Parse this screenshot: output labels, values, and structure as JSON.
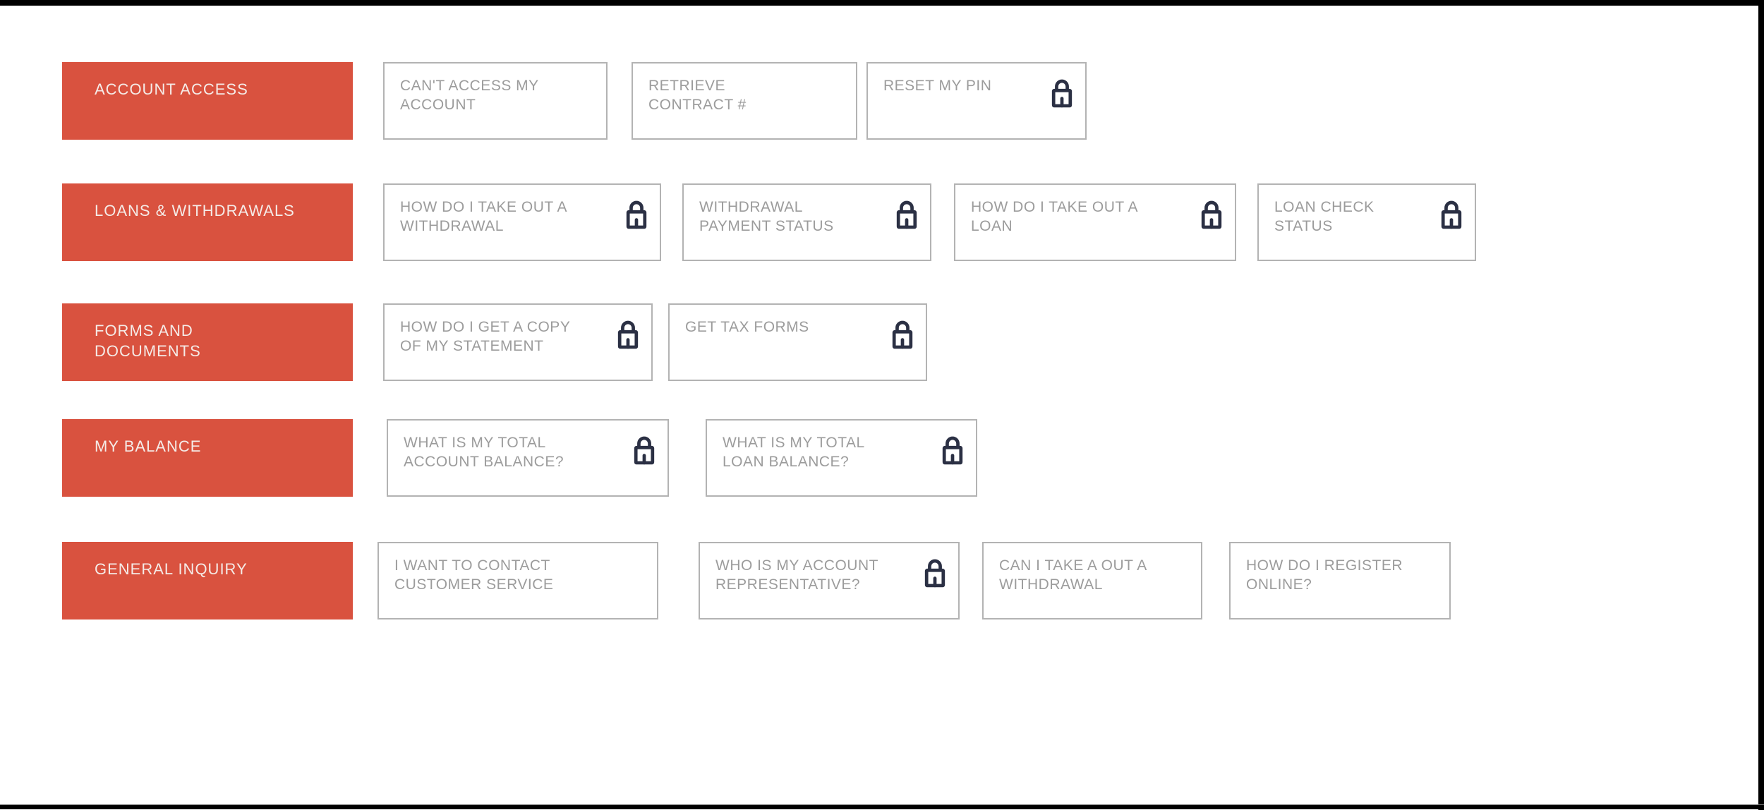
{
  "palette": {
    "category_bg": "#d9523f",
    "category_text": "#f5ebe7",
    "option_border": "#b3b3b3",
    "option_text": "#9c9c9c",
    "lock_color": "#2b3044",
    "frame_color": "#000000"
  },
  "icons": {
    "lock": "lock-icon"
  },
  "faq": {
    "categories": [
      {
        "label": "ACCOUNT ACCESS",
        "options": [
          {
            "label": "CAN'T ACCESS MY\nACCOUNT",
            "locked": false
          },
          {
            "label": "RETRIEVE\nCONTRACT #",
            "locked": false
          },
          {
            "label": "RESET MY PIN",
            "locked": true
          }
        ]
      },
      {
        "label": "LOANS & WITHDRAWALS",
        "options": [
          {
            "label": "HOW DO I TAKE OUT A\nWITHDRAWAL",
            "locked": true
          },
          {
            "label": "WITHDRAWAL\nPAYMENT STATUS",
            "locked": true
          },
          {
            "label": "HOW DO I TAKE OUT A\nLOAN",
            "locked": true
          },
          {
            "label": "LOAN CHECK\nSTATUS",
            "locked": true
          }
        ]
      },
      {
        "label": "FORMS AND\nDOCUMENTS",
        "options": [
          {
            "label": "HOW DO I GET A COPY\nOF MY STATEMENT",
            "locked": true
          },
          {
            "label": "GET TAX FORMS",
            "locked": true
          }
        ]
      },
      {
        "label": "MY BALANCE",
        "options": [
          {
            "label": "WHAT IS MY TOTAL\nACCOUNT BALANCE?",
            "locked": true
          },
          {
            "label": "WHAT IS MY TOTAL\nLOAN BALANCE?",
            "locked": true
          }
        ]
      },
      {
        "label": "GENERAL INQUIRY",
        "options": [
          {
            "label": "I WANT TO CONTACT\nCUSTOMER SERVICE",
            "locked": false
          },
          {
            "label": "WHO IS MY ACCOUNT\nREPRESENTATIVE?",
            "locked": true
          },
          {
            "label": "CAN I TAKE A OUT A\nWITHDRAWAL",
            "locked": false
          },
          {
            "label": "HOW DO I REGISTER\nONLINE?",
            "locked": false
          }
        ]
      }
    ]
  }
}
